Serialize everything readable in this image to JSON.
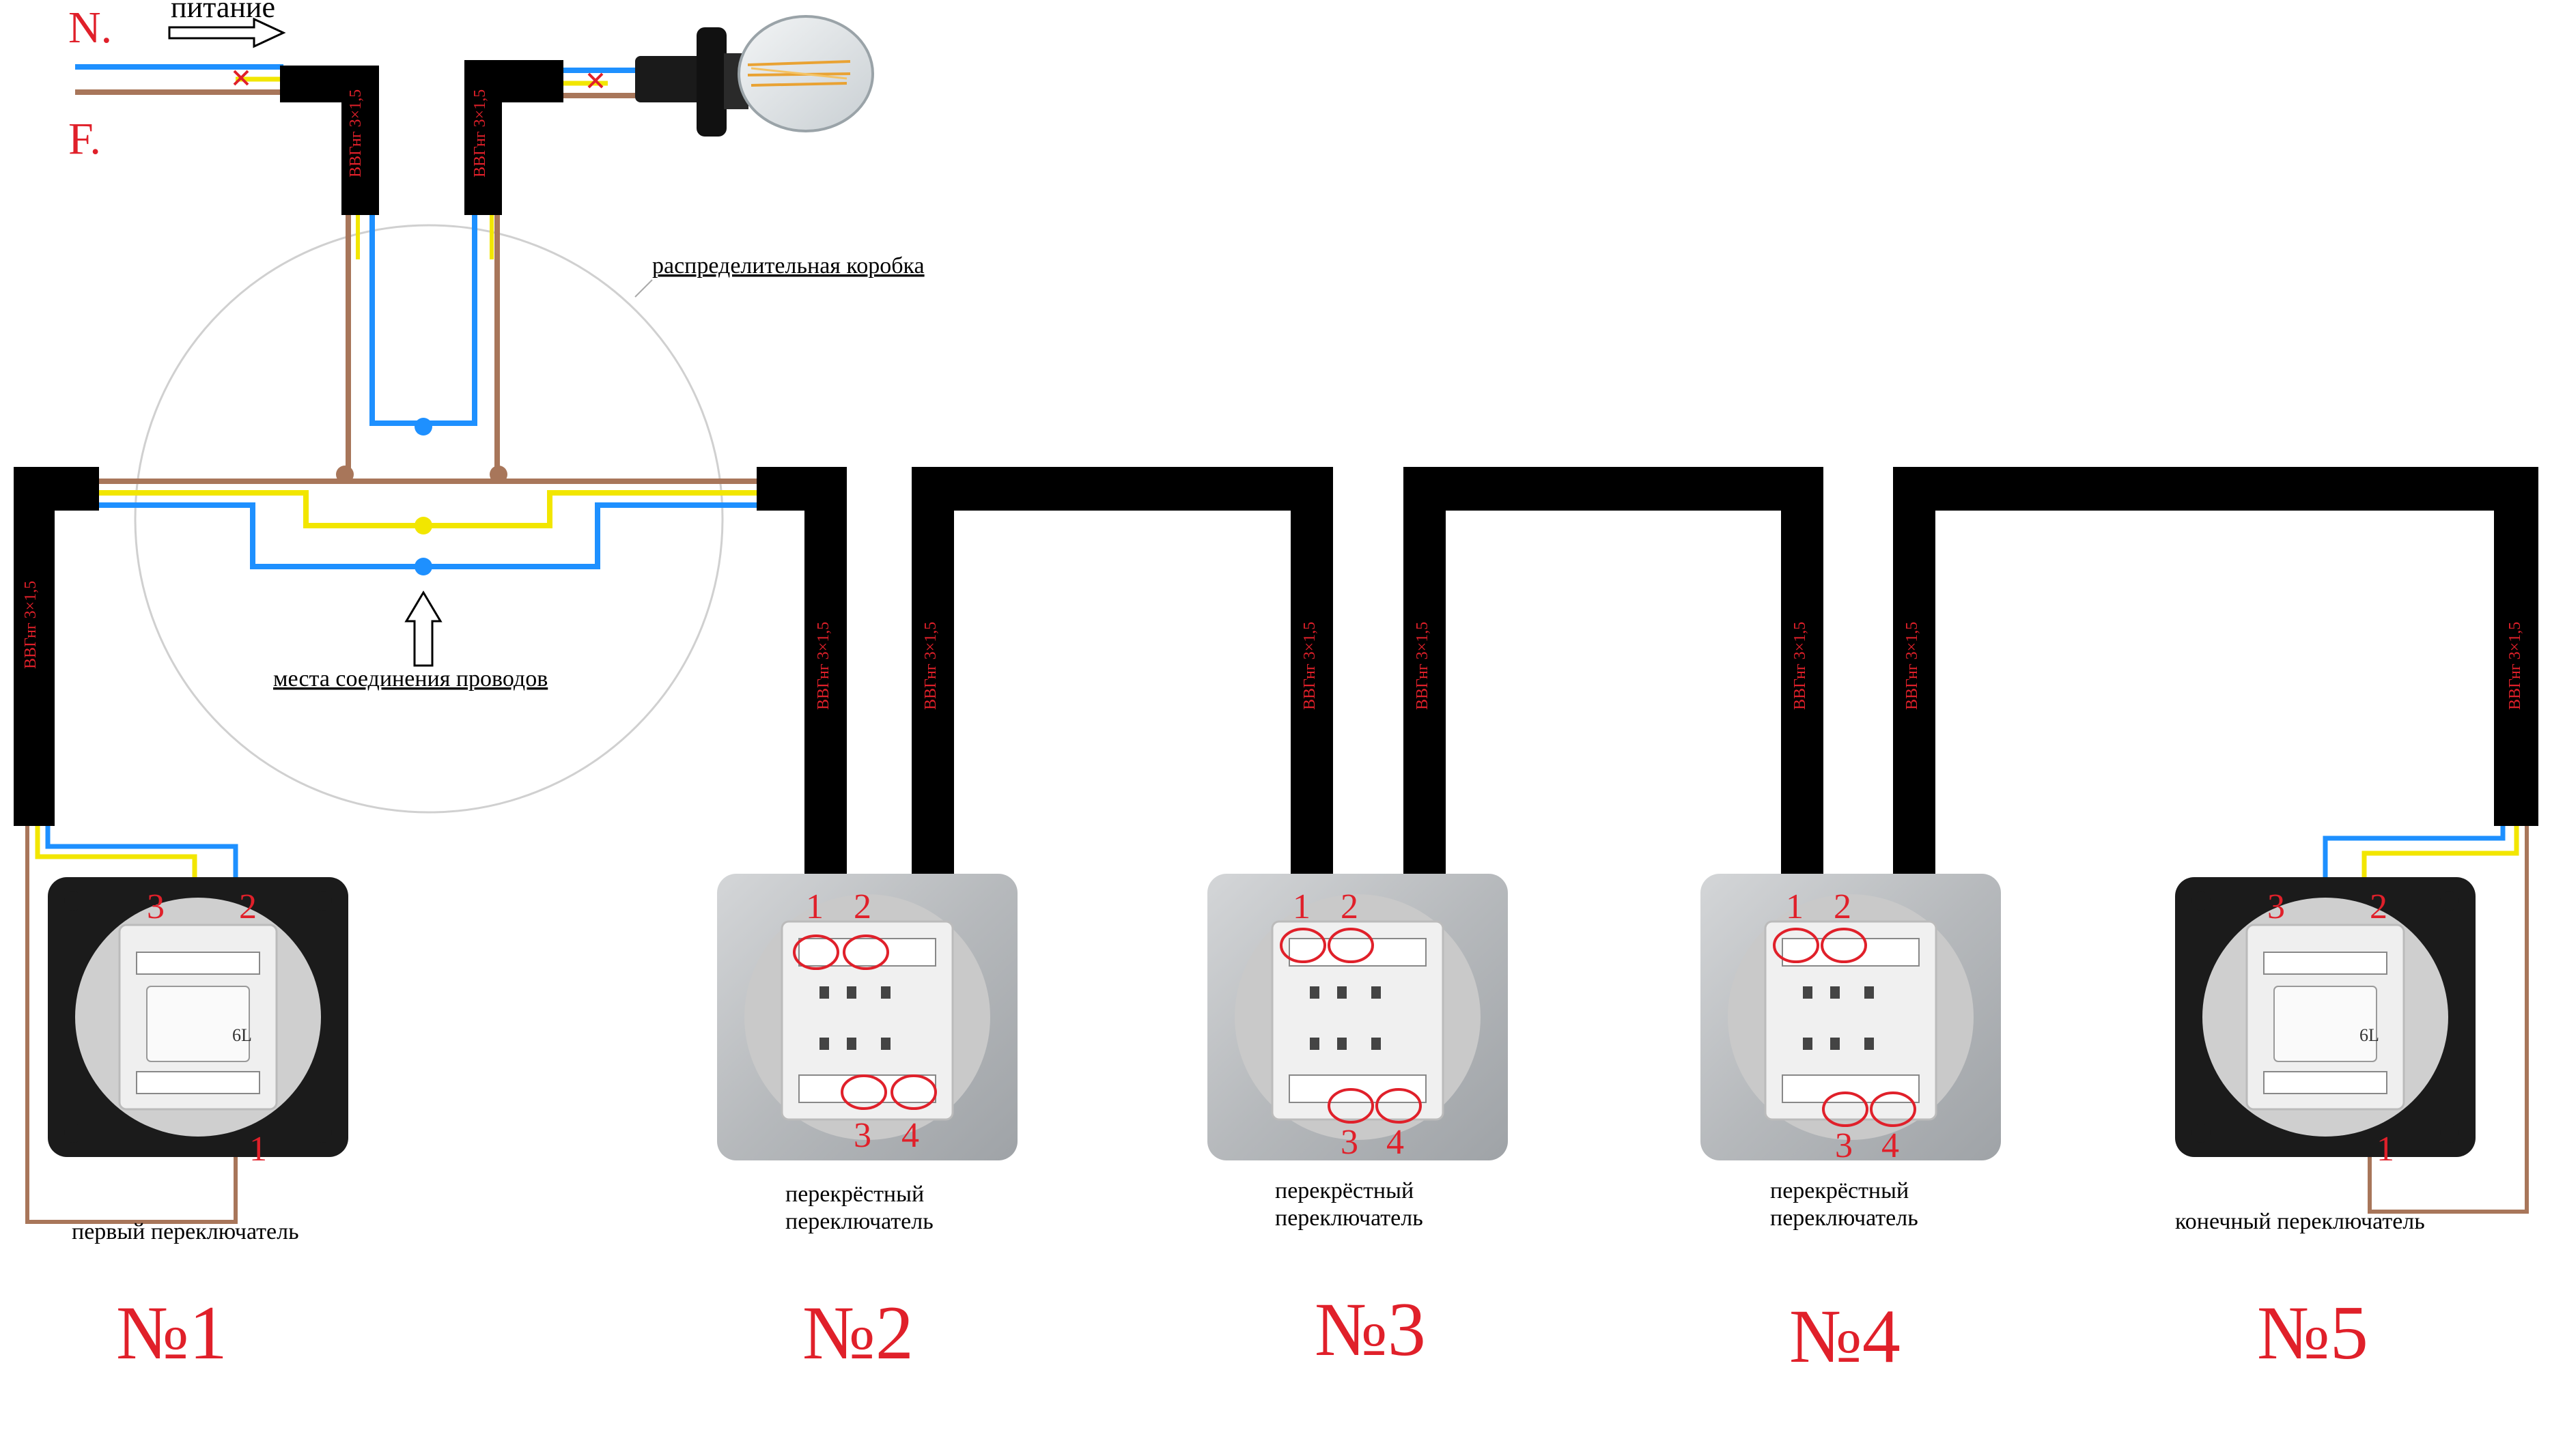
{
  "labels": {
    "neutral": "N.",
    "phase": "F.",
    "power": "питание",
    "junction_box": "распределительная  коробка",
    "connection_points": "места соединения проводов",
    "cable_marking": "ВВГнг 3×1,5"
  },
  "switches": [
    {
      "id": "1",
      "caption": [
        "первый переключатель"
      ],
      "number": "№1",
      "terminals": [
        "3",
        "2",
        "1"
      ]
    },
    {
      "id": "2",
      "caption": [
        "перекрёстный",
        "переключатель"
      ],
      "number": "№2",
      "terminals": [
        "1",
        "2",
        "3",
        "4"
      ]
    },
    {
      "id": "3",
      "caption": [
        "перекрёстный",
        "переключатель"
      ],
      "number": "№3",
      "terminals": [
        "1",
        "2",
        "3",
        "4"
      ]
    },
    {
      "id": "4",
      "caption": [
        "перекрёстный",
        "переключатель"
      ],
      "number": "№4",
      "terminals": [
        "1",
        "2",
        "3",
        "4"
      ]
    },
    {
      "id": "5",
      "caption": [
        "конечный переключатель"
      ],
      "number": "№5",
      "terminals": [
        "3",
        "2",
        "1"
      ]
    }
  ],
  "colors": {
    "neutral_wire": "#1e90ff",
    "phase_wire": "#a8765a",
    "switched_wire": "#f2e600",
    "cable": "#000000",
    "label_red": "#e0202a",
    "marker": "#e0202a"
  }
}
